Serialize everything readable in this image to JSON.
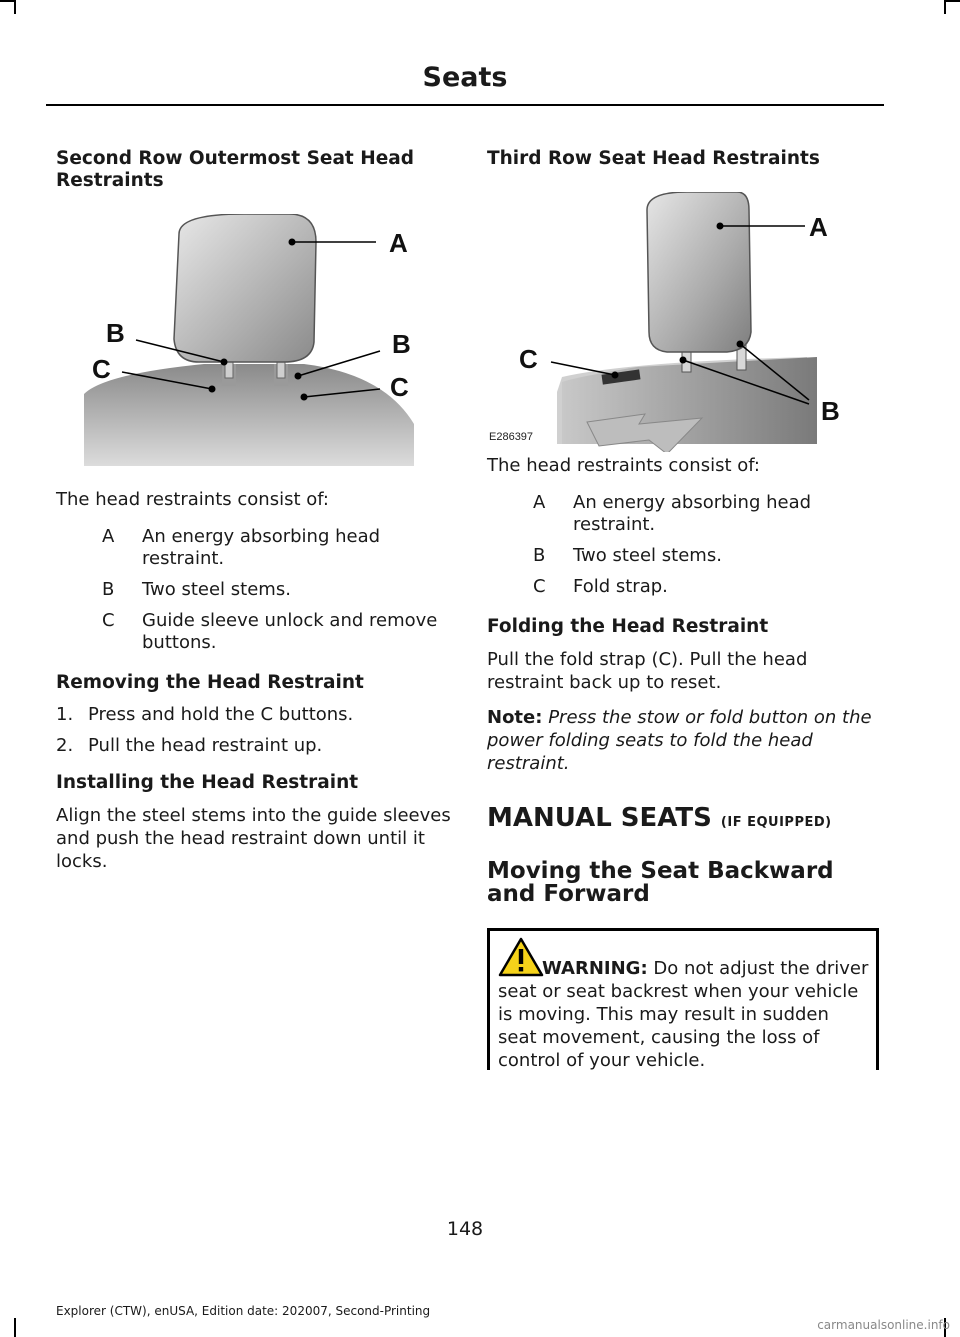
{
  "header": {
    "title": "Seats"
  },
  "left": {
    "section_title": "Second Row Outermost Seat Head Restraints",
    "figure": {
      "callouts": [
        "A",
        "B",
        "B",
        "C",
        "C"
      ]
    },
    "intro": "The head restraints consist of:",
    "key": [
      {
        "letter": "A",
        "text": "An energy absorbing head restraint."
      },
      {
        "letter": "B",
        "text": "Two steel stems."
      },
      {
        "letter": "C",
        "text": "Guide sleeve unlock and remove buttons."
      }
    ],
    "removing_title": "Removing the Head Restraint",
    "removing_steps": [
      {
        "num": "1.",
        "text": "Press and hold the C buttons."
      },
      {
        "num": "2.",
        "text": "Pull the head restraint up."
      }
    ],
    "installing_title": "Installing the Head Restraint",
    "installing_text": "Align the steel stems into the guide sleeves and push the head restraint down until it locks."
  },
  "right": {
    "section_title": "Third Row Seat Head Restraints",
    "figure": {
      "code": "E286397",
      "callouts": [
        "A",
        "B",
        "C"
      ]
    },
    "intro": "The head restraints consist of:",
    "key": [
      {
        "letter": "A",
        "text": "An energy absorbing head restraint."
      },
      {
        "letter": "B",
        "text": "Two steel stems."
      },
      {
        "letter": "C",
        "text": "Fold strap."
      }
    ],
    "folding_title": "Folding the Head Restraint",
    "folding_text": "Pull the fold strap (C). Pull the head restraint back up to reset.",
    "note_label": "Note:",
    "note_text": "Press the stow or fold button on the power folding seats to fold the head restraint.",
    "manual_title": "MANUAL SEATS",
    "manual_suffix": "(IF EQUIPPED)",
    "moving_title": "Moving the Seat Backward and Forward",
    "warning_label": "WARNING:",
    "warning_text": "Do not adjust the driver seat or seat backrest when your vehicle is moving. This may result in sudden seat movement, causing the loss of control of your vehicle."
  },
  "page_number": "148",
  "footer": "Explorer (CTW), enUSA, Edition date: 202007, Second-Printing",
  "watermark": "carmanualsonline.info"
}
